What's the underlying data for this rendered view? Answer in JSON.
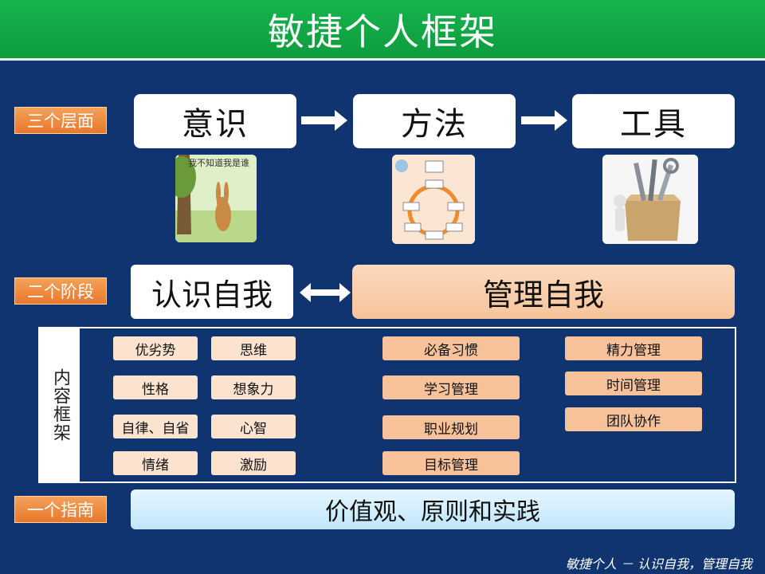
{
  "title": "敏捷个人框架",
  "rows": {
    "levels_label": "三个层面",
    "stages_label": "二个阶段",
    "guide_label": "一个指南"
  },
  "levels": [
    {
      "label": "意识"
    },
    {
      "label": "方法"
    },
    {
      "label": "工具"
    }
  ],
  "illustration_book": {
    "caption": "我不知道我是谁"
  },
  "stages": {
    "know_self": "认识自我",
    "manage_self": "管理自我"
  },
  "content_frame": {
    "label": "内容框架",
    "know_col1": [
      "优劣势",
      "性格",
      "自律、自省",
      "情绪"
    ],
    "know_col2": [
      "思维",
      "想象力",
      "心智",
      "激励"
    ],
    "manage_col1": [
      "必备习惯",
      "学习管理",
      "职业规划",
      "目标管理"
    ],
    "manage_col2": [
      "精力管理",
      "时间管理",
      "团队协作"
    ]
  },
  "guide": "价值观、原则和实践",
  "footer": "敏捷个人 － 认识自我，管理自我",
  "colors": {
    "background": "#0f3470",
    "title_bar": "#14b44c",
    "row_label": "#e9782b",
    "chip_light": "#fbe3cf",
    "chip_mid": "#f7c299",
    "guide": "#bfe6fb"
  },
  "icons": [
    "right-arrow-icon",
    "double-arrow-icon"
  ]
}
